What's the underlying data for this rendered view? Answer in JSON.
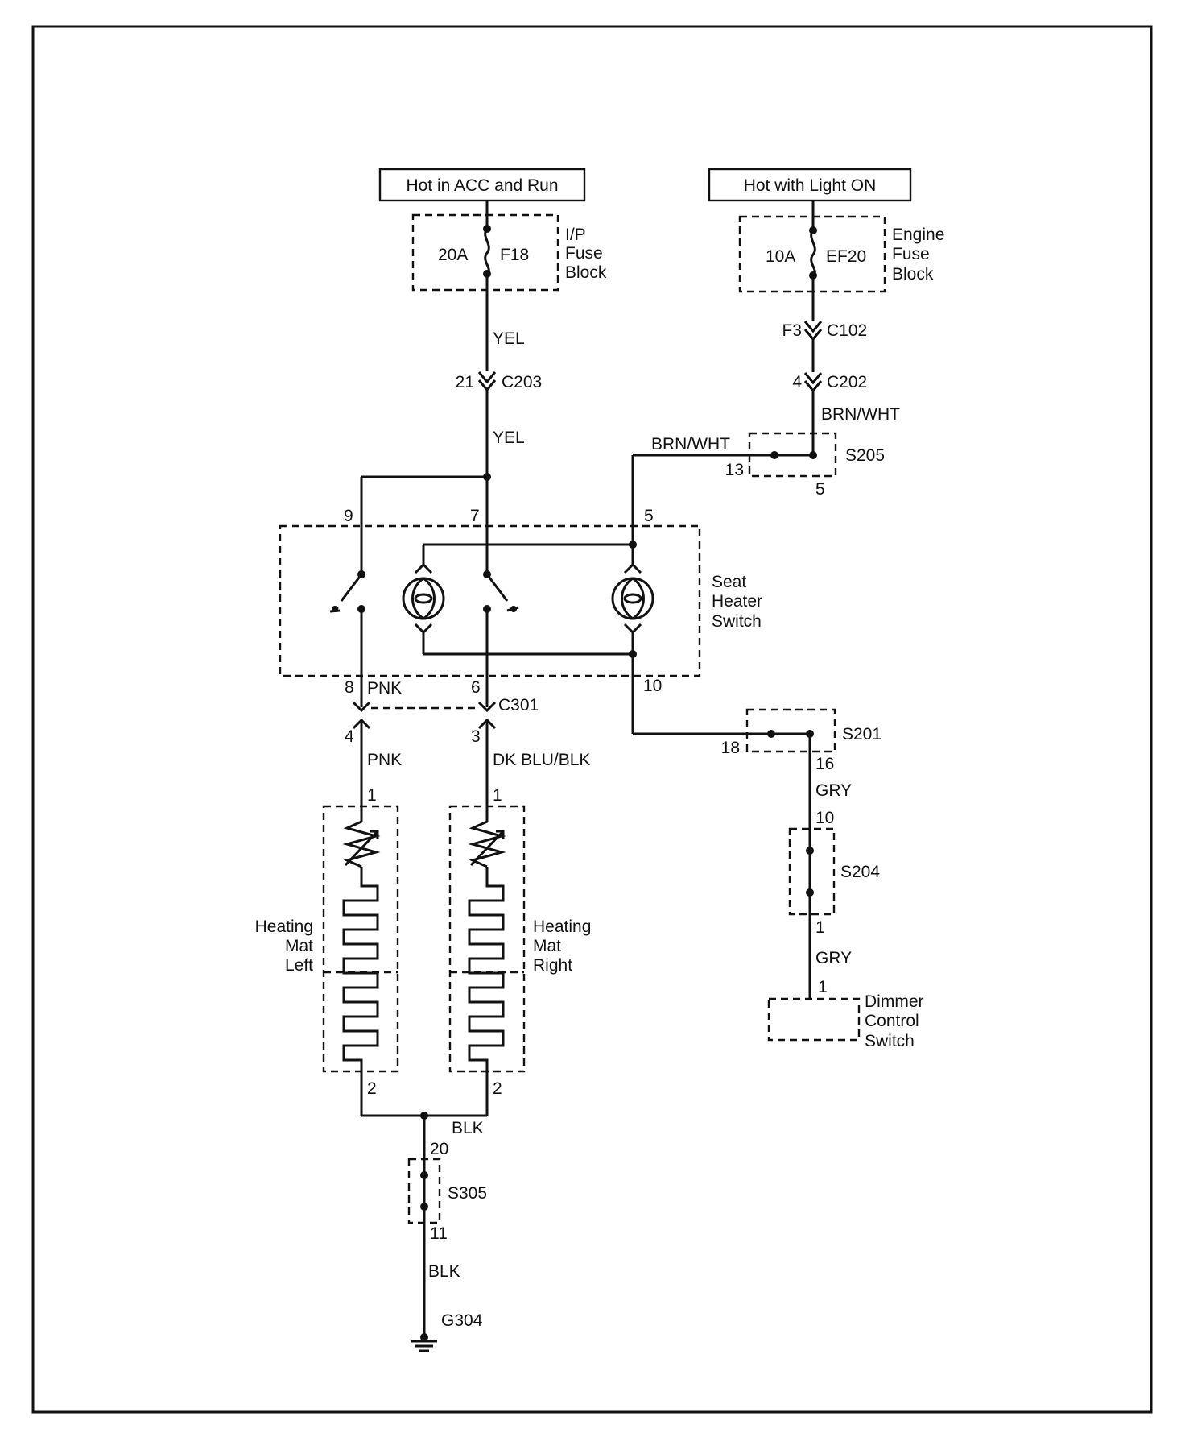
{
  "power": {
    "left_header": "Hot in ACC and Run",
    "right_header": "Hot with Light ON"
  },
  "fuse_left": {
    "amps": "20A",
    "id": "F18",
    "block": [
      "I/P",
      "Fuse",
      "Block"
    ]
  },
  "fuse_right": {
    "amps": "10A",
    "id": "EF20",
    "block": [
      "Engine",
      "Fuse",
      "Block"
    ]
  },
  "wires": {
    "yel_1": "YEL",
    "yel_2": "YEL",
    "brn_wht_1": "BRN/WHT",
    "brn_wht_2": "BRN/WHT",
    "pnk_1": "PNK",
    "pnk_2": "PNK",
    "dk_blu_blk": "DK BLU/BLK",
    "gry_1": "GRY",
    "gry_2": "GRY",
    "blk_1": "BLK",
    "blk_2": "BLK"
  },
  "connectors": {
    "c203": {
      "name": "C203",
      "pin": "21"
    },
    "c102": {
      "name": "C102",
      "pin": "F3"
    },
    "c202": {
      "name": "C202",
      "pin": "4"
    },
    "c301": {
      "name": "C301",
      "pin_pnk_upper": "8",
      "pin_blu_upper": "6",
      "pin_pnk_lower": "4",
      "pin_blu_lower": "3"
    }
  },
  "splices": {
    "s205": {
      "name": "S205",
      "pin_in": "13",
      "pin_bottom": "5"
    },
    "s201": {
      "name": "S201",
      "pin_in": "18",
      "pin_bottom": "16"
    },
    "s204": {
      "name": "S204",
      "pin_top": "10",
      "pin_bottom": "1"
    },
    "s305": {
      "name": "S305",
      "pin_top": "20",
      "pin_bottom": "11"
    }
  },
  "seat_switch": {
    "label": [
      "Seat",
      "Heater",
      "Switch"
    ],
    "pins": {
      "p9": "9",
      "p7": "7",
      "p5": "5",
      "p10": "10"
    }
  },
  "mat_left": {
    "label": [
      "Heating",
      "Mat",
      "Left"
    ],
    "pin_top": "1",
    "pin_bottom": "2"
  },
  "mat_right": {
    "label": [
      "Heating",
      "Mat",
      "Right"
    ],
    "pin_top": "1",
    "pin_bottom": "2"
  },
  "dimmer": {
    "label": [
      "Dimmer",
      "Control",
      "Switch"
    ],
    "pin": "1"
  },
  "ground": {
    "name": "G304"
  }
}
